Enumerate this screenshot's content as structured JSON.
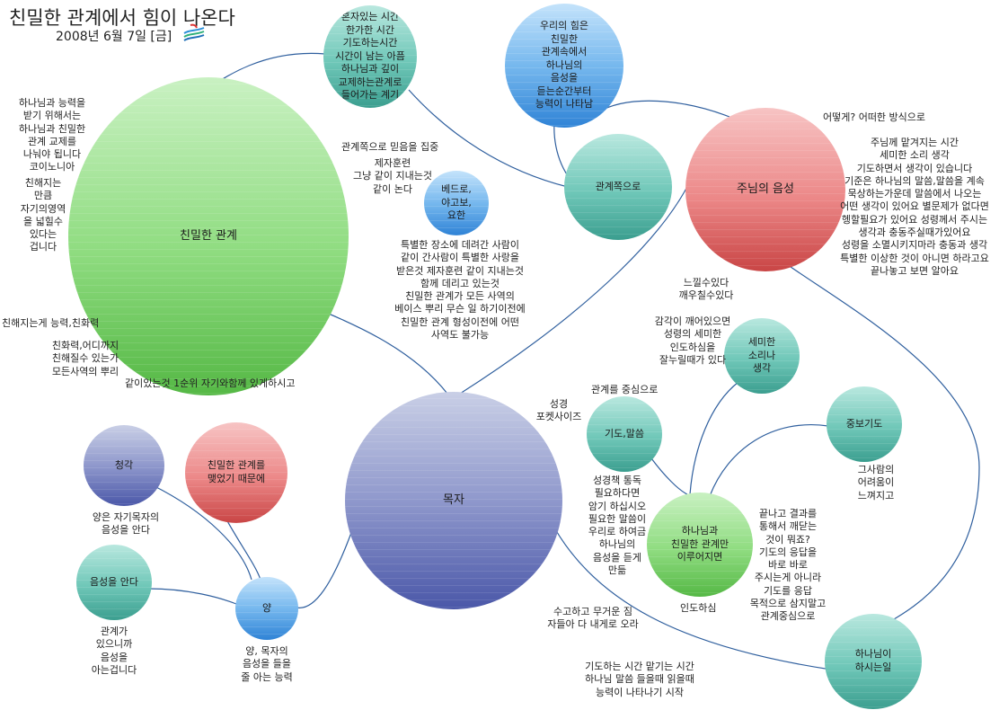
{
  "header": {
    "title": "친밀한 관계에서 힘이 나온다",
    "date": "2008년 6월 7일 [금]"
  },
  "nodes": {
    "main": "친밀한 관계",
    "alone": "혼자있는 시간\n한가한 시간\n기도하는시간\n시간이 남는 아픔\n하나님과 깊이\n교제하는관계로\n들어가는 계기",
    "power": "우리의 힘은\n친밀한\n관계속에서\n하나님의\n음성을\n듣는순간부터\n능력이 나타남",
    "peter": "베드로,\n야고보,\n요한",
    "relation": "관계쪽으로",
    "voice": "주님의 음성",
    "shepherd": "목자",
    "prayer": "기도,말씀",
    "subtle": "세미한\n소리나\n생각",
    "intercede": "중보기도",
    "intimate": "하나님과\n친밀한 관계만\n이루어지면",
    "work": "하나님이\n하시는일",
    "hearing": "청각",
    "because": "친밀한 관계를\n맺었기 때문에",
    "know": "음성을 안다",
    "sheep": "양"
  },
  "notes": {
    "left1": "하나님과 능력을\n받기 위해서는\n하나님과 친밀한\n관계 교제를\n나눠야 됩니다\n코이노니아",
    "left2": "친해지는\n만큼\n자기의영역\n을 넓힐수\n있다는\n겁니다",
    "left3": "친해지는게 능력,친화력",
    "left4": "친화력,어디까지\n친해질수 있는가\n모든사역의 뿌리",
    "left5": "같이있는것 1순위 자기와함께 있게하시고",
    "mid1": "관계쪽으로 믿음을 집중",
    "mid2": "제자훈련\n그냥 같이 지내는것\n같이 논다",
    "mid3": "특별한 장소에 데려간 사람이\n같이 간사람이 특별한 사랑을\n받은것 제자훈련 같이 지내는것\n함께 데리고 있는것\n친밀한 관계가 모든 사역의\n베이스 뿌리 무슨 일 하기이전에\n친밀한 관계 형성이전에 어떤\n사역도 불가능",
    "how": "어떻게? 어떠한 방식으로",
    "right1": "주님께 맡겨지는 시간\n세미한 소리 생각\n기도하면서 생각이 있습니다\n기준은 하나님의 말씀,말씀을 계속\n묵상하는가운데 말씀에서 나오는\n어떤 생각이 있어요 별문제가 없다면\n헹할필요가 있어요 성령께서 주시는\n생각과 충동주실때가있어요\n성령을 소멸시키지마라 충동과 생각\n특별한 이상한 것이 아니면 하라고요\n끝나놓고 보면 알아요",
    "feel": "느낄수있다\n깨우칠수있다",
    "sense": "감각이 깨어있으면\n성령의 세미한\n인도하심을\n잘누릴때가 있다",
    "center": "관계를 중심으로",
    "bible": "성경\n포켓사이즈",
    "pray2": "성경책 통독\n필요하다면\n암기 하십시오\n필요한 말씀이\n우리로 하여금\n하나님의\n음성을 듣게\n만듦",
    "result": "끝나고 결과를\n통해서 깨닫는\n것이 뭐죠?\n기도의 응답을\n바로 바로\n주시는게 아니라\n기도를 응답\n목적으로 삼지말고\n관계중심으로",
    "other": "그사람의\n어려움이\n느껴지고",
    "guide": "인도하심",
    "labor": "수고하고 무거운 짐\n자들아 다 내게로 오라",
    "when": "기도하는 시간 맡기는 시간\n하나님 말씀 들을때 읽을때\n능력이 나타나기 시작",
    "sheep_note": "양은 자기목자의\n음성을 안다",
    "know_note": "관계가\n있으니까\n음성을\n아는겁니다",
    "sheep_ability": "양, 목자의\n음성을 들을\n줄 아는 능력"
  },
  "colors": {
    "connector": "#2f5f9e",
    "teal": "#6fc7b8",
    "blue": "#76b8ee",
    "green": "#8fdc80",
    "red": "#ec8888",
    "purple": "#8f98cc"
  },
  "icons": {
    "logo": "wave-logo-icon"
  }
}
